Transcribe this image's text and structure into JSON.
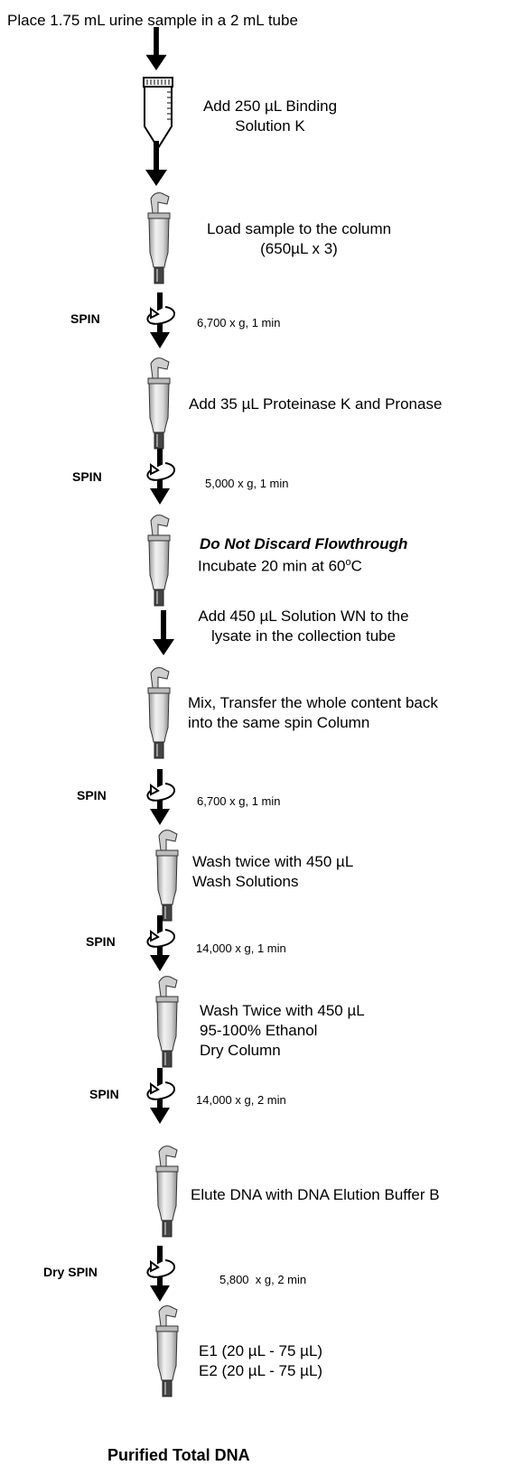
{
  "top_instruction": "Place 1.75 mL urine sample in a 2 mL tube",
  "steps": {
    "binding": [
      "Add 250 µL Binding",
      "Solution K"
    ],
    "load": [
      "Load sample to the column",
      "(650µL x 3)"
    ],
    "spin1": {
      "label": "SPIN",
      "condition": "6,700 x g, 1 min"
    },
    "protease": "Add 35 µL Proteinase K and Pronase",
    "spin2": {
      "label": "SPIN",
      "condition": "5,000 x g, 1 min"
    },
    "incubate": {
      "warning": "Do Not Discard Flowthrough",
      "text": "Incubate 20 min at 60",
      "unit_sup": "o",
      "unit": "C"
    },
    "add_wn": [
      "Add 450 µL Solution WN to the",
      "lysate in the collection tube"
    ],
    "mix": [
      "Mix, Transfer the whole content back",
      "into the same spin Column"
    ],
    "spin3": {
      "label": "SPIN",
      "condition": "6,700 x g, 1 min"
    },
    "wash1": [
      "Wash twice with 450 µL",
      "Wash Solutions"
    ],
    "spin4": {
      "label": "SPIN",
      "condition": "14,000 x g, 1 min"
    },
    "wash2": [
      "Wash Twice with 450 µL",
      "95-100% Ethanol",
      "Dry Column"
    ],
    "spin5": {
      "label": "SPIN",
      "condition": "14,000 x g, 2 min"
    },
    "elute": "Elute DNA with DNA Elution Buffer B",
    "spin6": {
      "label": "Dry SPIN",
      "condition": "5,800  x g, 2 min"
    },
    "eluates": [
      "E1 (20 µL - 75 µL)",
      "E2 (20 µL - 75 µL)"
    ]
  },
  "final_output": "Purified Total DNA"
}
